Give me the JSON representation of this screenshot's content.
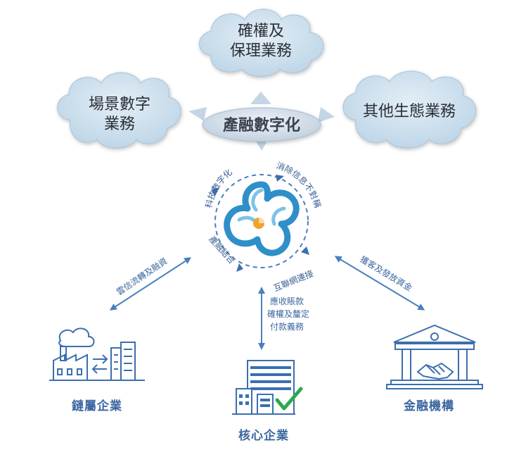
{
  "clouds": {
    "top": {
      "lines": [
        "確權及",
        "保理業務"
      ]
    },
    "left": {
      "lines": [
        "場景數字",
        "業務"
      ]
    },
    "right": {
      "lines": [
        "其他生態業務"
      ]
    }
  },
  "hub": {
    "label": "產融數字化"
  },
  "ring": {
    "labels": [
      "科技數字化",
      "消除信息不對稱",
      "互聯網連接",
      "產融結合"
    ]
  },
  "arrows": {
    "left": {
      "label": "雲信流轉及融資"
    },
    "center": {
      "lines": [
        "應收賬款",
        "確權及釐定",
        "付款義務"
      ]
    },
    "right": {
      "label": "獲客及發放資金"
    }
  },
  "entities": {
    "left": {
      "label": "鏈屬企業",
      "icon": "factory-icon"
    },
    "center": {
      "label": "核心企業",
      "icon": "core-enterprise-icon"
    },
    "right": {
      "label": "金融機構",
      "icon": "bank-icon"
    }
  },
  "colors": {
    "cloud_fill": "#cfe1ee",
    "accent_blue": "#3b6fb0",
    "logo_blue": "#2f8fc9",
    "logo_orange": "#f0a22a",
    "check_green": "#2ea84a"
  }
}
